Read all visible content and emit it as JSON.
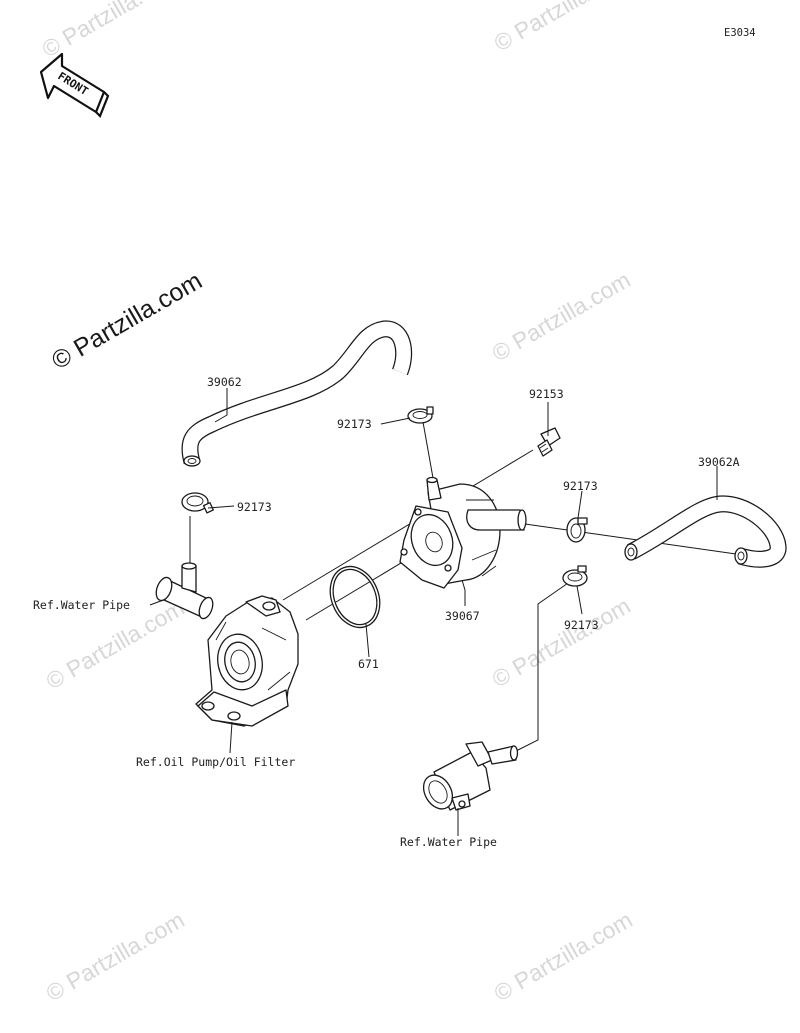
{
  "diagram": {
    "code": "E3034",
    "front_arrow": "FRONT",
    "brand_watermark": "© Partzilla.com",
    "watermark": "© Partzilla.com"
  },
  "labels": {
    "hose_upper": "39062",
    "clamp_upper_left": "92173",
    "clamp_upper_mid": "92173",
    "bolt": "92153",
    "hose_right": "39062A",
    "clamp_right_upper": "92173",
    "clamp_right_lower": "92173",
    "oil_cooler": "39067",
    "o_ring": "671",
    "ref_water_pipe_left": "Ref.Water Pipe",
    "ref_oil_pump": "Ref.Oil Pump/Oil Filter",
    "ref_water_pipe_bottom": "Ref.Water Pipe"
  }
}
